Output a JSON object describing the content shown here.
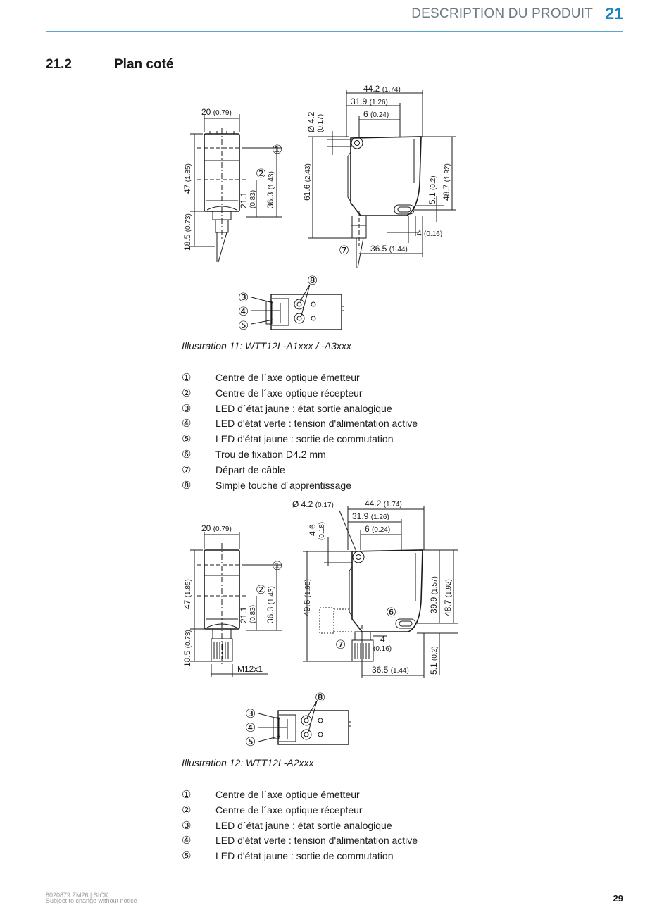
{
  "header": {
    "chapter_title": "DESCRIPTION DU PRODUIT",
    "chapter_number": "21"
  },
  "section": {
    "number": "21.2",
    "title": "Plan coté"
  },
  "figure1": {
    "caption": "Illustration 11: WTT12L-A1xxx / -A3xxx",
    "front": {
      "width": "20",
      "width_in": "(0.79)",
      "h47": "47",
      "h47_in": "(1.85)",
      "h18": "18.5",
      "h18_in": "(0.73)",
      "h21": "21.1",
      "h21_in": "(0.83)",
      "h36": "36.3",
      "h36_in": "(1.43)"
    },
    "side": {
      "d44": "44.2",
      "d44_in": "(1.74)",
      "d31": "31.9",
      "d31_in": "(1.26)",
      "d6": "6",
      "d6_in": "(0.24)",
      "hole": "Ø 4.2",
      "hole_in": "(0.17)",
      "h61": "61.6",
      "h61_in": "(2.43)",
      "h51": "5.1",
      "h51_in": "(0.2)",
      "h48": "48.7",
      "h48_in": "(1.92)",
      "d4": "4",
      "d4_in": "(0.16)",
      "d36": "36.5",
      "d36_in": "(1.44)"
    }
  },
  "legend1": [
    {
      "marker": "①",
      "text": "Centre de l´axe optique émetteur"
    },
    {
      "marker": "②",
      "text": "Centre de l´axe optique récepteur"
    },
    {
      "marker": "③",
      "text": "LED d´état jaune : état sortie analogique"
    },
    {
      "marker": "④",
      "text": "LED d'état verte : tension d'alimentation active"
    },
    {
      "marker": "⑤",
      "text": "LED d'état jaune : sortie de commutation"
    },
    {
      "marker": "⑥",
      "text": "Trou de fixation D4.2 mm"
    },
    {
      "marker": "⑦",
      "text": "Départ de câble"
    },
    {
      "marker": "⑧",
      "text": "Simple touche d´apprentissage"
    }
  ],
  "figure2": {
    "caption": "Illustration 12: WTT12L-A2xxx",
    "front": {
      "width": "20",
      "width_in": "(0.79)",
      "h47": "47",
      "h47_in": "(1.85)",
      "h18": "18.5",
      "h18_in": "(0.73)",
      "h21": "21.1",
      "h21_in": "(0.83)",
      "h36": "36.3",
      "h36_in": "(1.43)",
      "thread": "M12x1"
    },
    "side": {
      "hole": "Ø 4.2",
      "hole_in": "(0.17)",
      "d44": "44.2",
      "d44_in": "(1.74)",
      "d31": "31.9",
      "d31_in": "(1.26)",
      "d6": "6",
      "d6_in": "(0.24)",
      "h46": "4.6",
      "h46_in": "(0.18)",
      "h49": "49.6",
      "h49_in": "(1.95)",
      "h39": "39.9",
      "h39_in": "(1.57)",
      "h48": "48.7",
      "h48_in": "(1.92)",
      "d4": "4",
      "d4_in": "(0.16)",
      "h51": "5.1",
      "h51_in": "(0.2)",
      "d36": "36.5",
      "d36_in": "(1.44)"
    }
  },
  "callouts": {
    "c1": "①",
    "c2": "②",
    "c3": "③",
    "c4": "④",
    "c5": "⑤",
    "c6": "⑥",
    "c7": "⑦",
    "c8": "⑧"
  },
  "legend2": [
    {
      "marker": "①",
      "text": "Centre de l´axe optique émetteur"
    },
    {
      "marker": "②",
      "text": "Centre de l´axe optique récepteur"
    },
    {
      "marker": "③",
      "text": "LED d´état jaune : état sortie analogique"
    },
    {
      "marker": "④",
      "text": "LED d'état verte : tension d'alimentation active"
    },
    {
      "marker": "⑤",
      "text": "LED d'état jaune : sortie de commutation"
    }
  ],
  "footer": {
    "doc_ref": "8020879 ZM26 | SICK",
    "notice": "Subject to change without notice",
    "page_number": "29"
  }
}
